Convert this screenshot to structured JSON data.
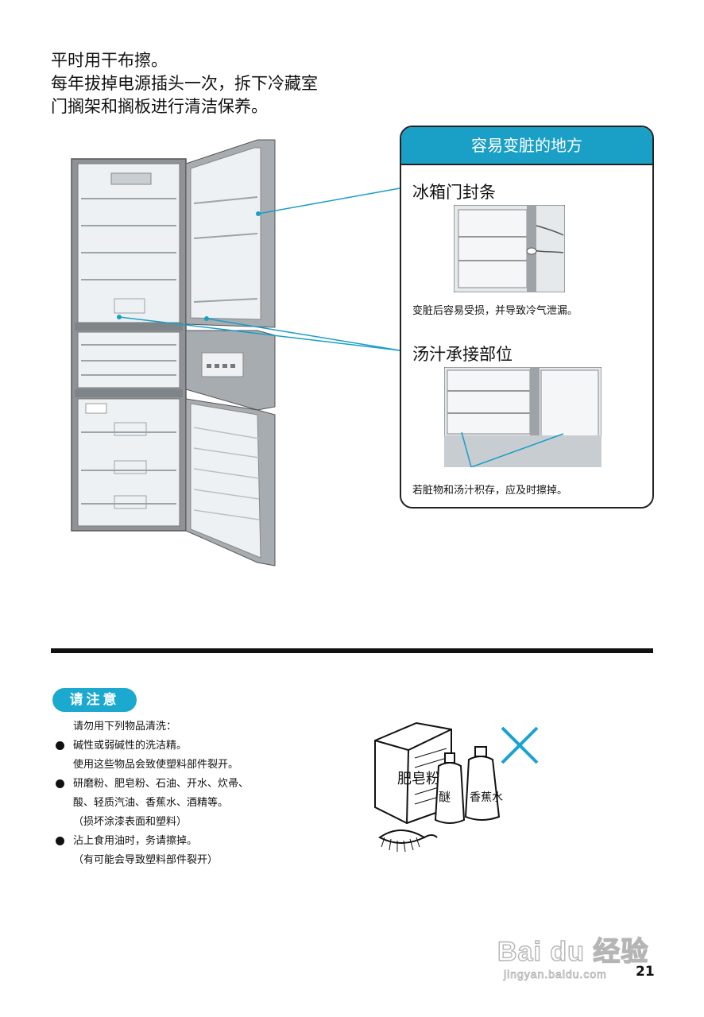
{
  "intro": {
    "line1": "平时用干布擦。",
    "line2": "每年拔掉电源插头一次，拆下冷藏室",
    "line3": "门搁架和搁板进行清洁保养。"
  },
  "callout": {
    "header": "容易变脏的地方",
    "section1_title": "冰箱门封条",
    "section1_caption": "变脏后容易受损，并导致冷气泄漏。",
    "section2_title": "汤汁承接部位",
    "section2_caption": "若脏物和汤汁积存，应及时擦掉。"
  },
  "notice": {
    "badge": "请注意",
    "line1": "请勿用下列物品清洗：",
    "item1": "碱性或弱碱性的洗洁精。",
    "item1_sub": "使用这些物品会致使塑料部件裂开。",
    "item2": "研磨粉、肥皂粉、石油、开水、炊帚、",
    "item2_cont": "酸、轻质汽油、香蕉水、酒精等。",
    "item2_sub": "（损坏涂漆表面和塑料）",
    "item3": "沾上食用油时，务请擦掉。",
    "item3_sub": "（有可能会导致塑料部件裂开）"
  },
  "illustration": {
    "box_label": "肥皂粉",
    "bottle1_label": "醚",
    "bottle2_label": "香蕉水"
  },
  "colors": {
    "accent": "#1a9fc7",
    "cross": "#1aa3d0"
  },
  "watermark": {
    "brand": "Bai du 经验",
    "url": "jingyan.baidu.com"
  },
  "page_number": "21"
}
